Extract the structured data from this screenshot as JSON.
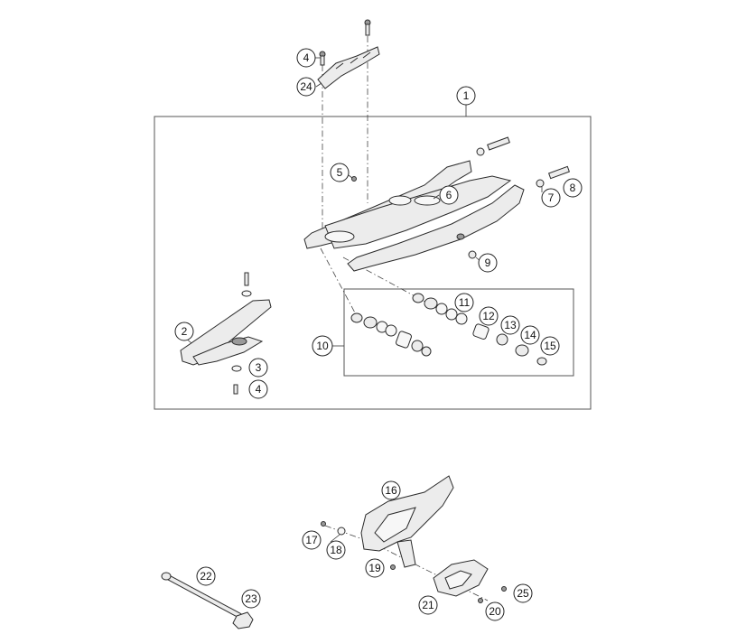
{
  "diagram": {
    "callouts": {
      "c1": "1",
      "c2": "2",
      "c3": "3",
      "c4a": "4",
      "c4b": "4",
      "c5": "5",
      "c6": "6",
      "c7": "7",
      "c8": "8",
      "c9": "9",
      "c10": "10",
      "c11": "11",
      "c12": "12",
      "c13": "13",
      "c14": "14",
      "c15": "15",
      "c16": "16",
      "c17": "17",
      "c18": "18",
      "c19": "19",
      "c20": "20",
      "c21": "21",
      "c22": "22",
      "c23": "23",
      "c24": "24",
      "c25": "25"
    }
  }
}
